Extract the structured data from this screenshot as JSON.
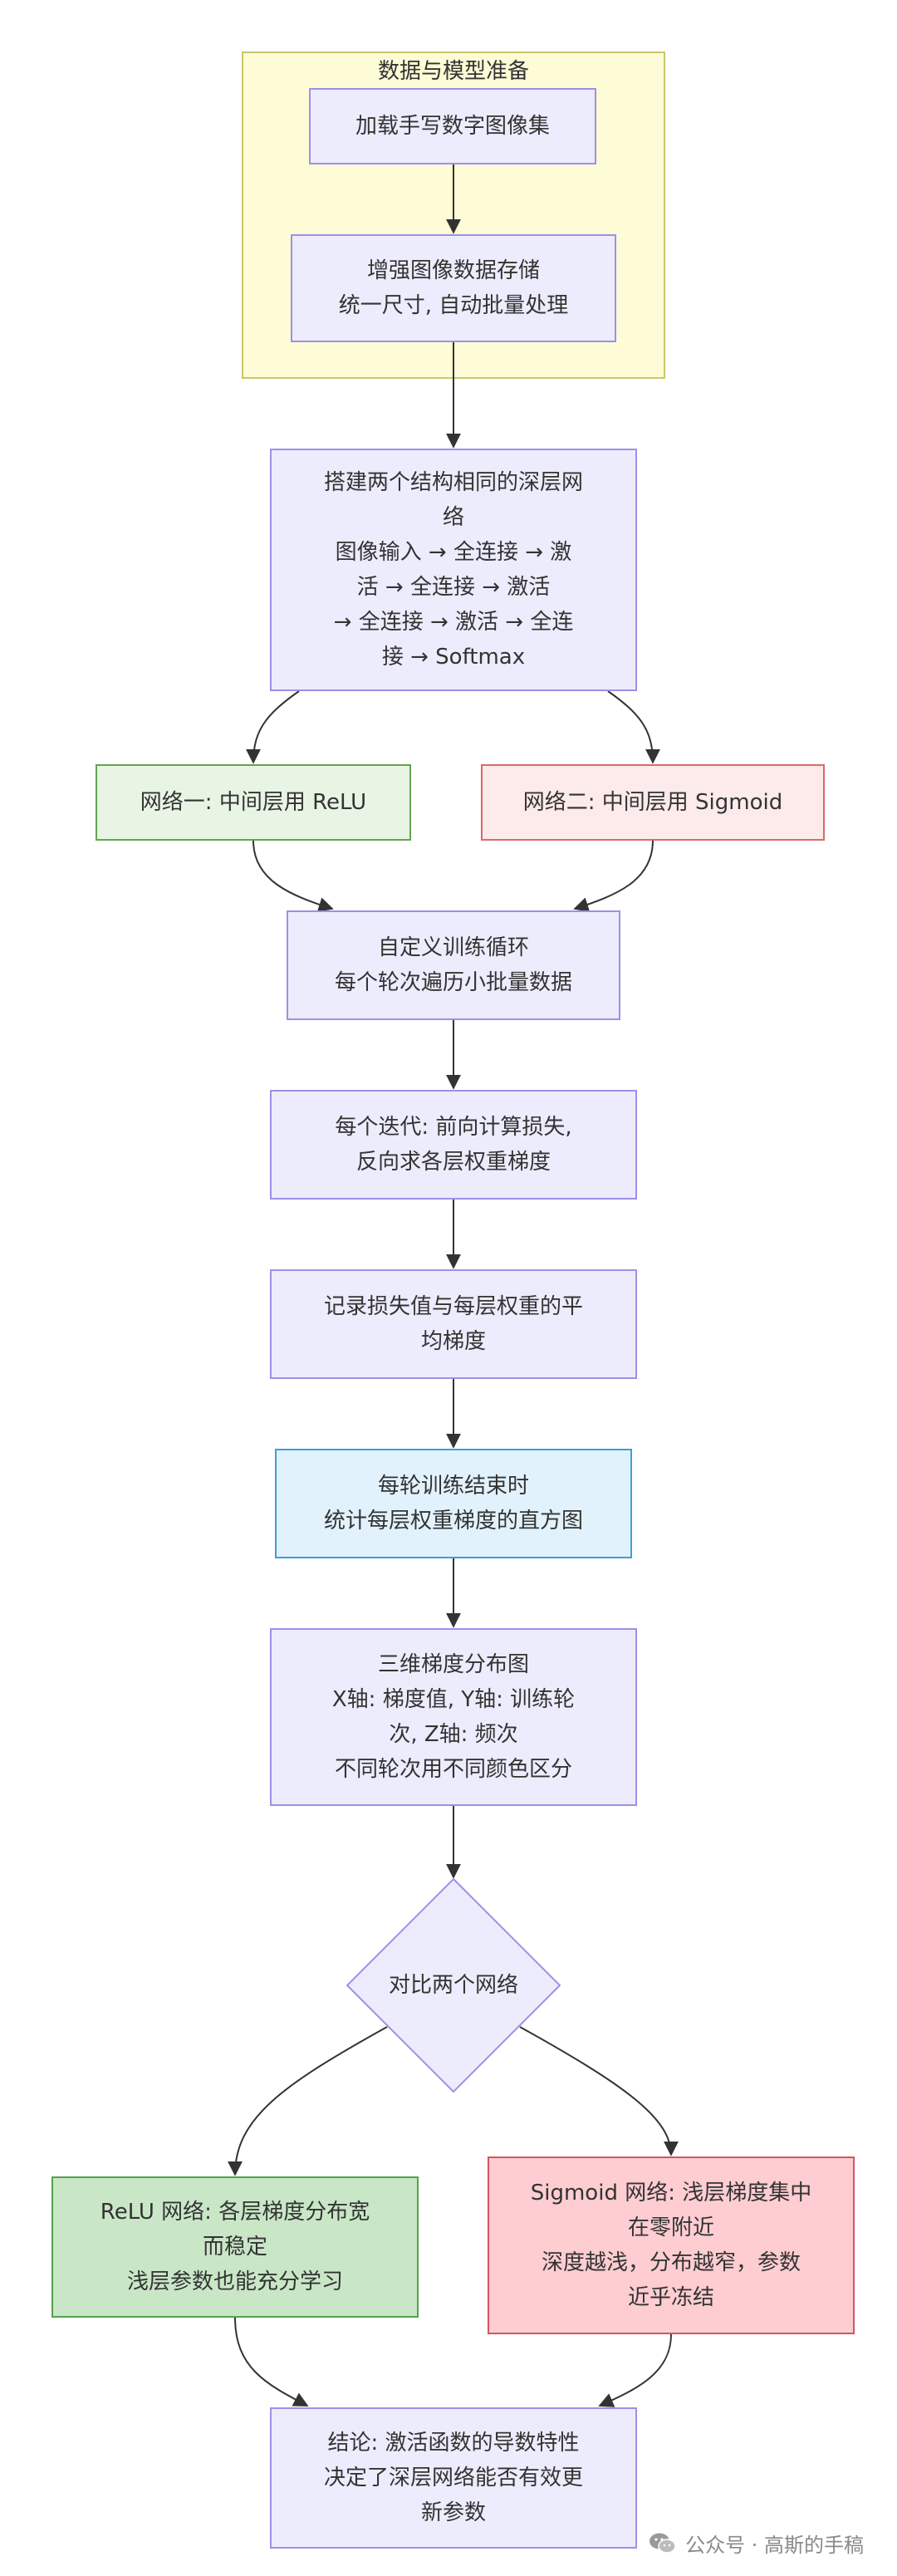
{
  "cluster": {
    "title": "数据与模型准备"
  },
  "nodes": {
    "load": [
      "加载手写数字图像集"
    ],
    "augment": [
      "增强图像数据存储",
      "统一尺寸, 自动批量处理"
    ],
    "build": [
      "搭建两个结构相同的深层网",
      "络",
      "图像输入 → 全连接 → 激",
      "活 → 全连接 → 激活",
      "→ 全连接 → 激活 → 全连",
      "接 → Softmax"
    ],
    "net1": [
      "网络一: 中间层用 ReLU"
    ],
    "net2": [
      "网络二: 中间层用 Sigmoid"
    ],
    "loop": [
      "自定义训练循环",
      "每个轮次遍历小批量数据"
    ],
    "iter": [
      "每个迭代: 前向计算损失,",
      "反向求各层权重梯度"
    ],
    "record": [
      "记录损失值与每层权重的平",
      "均梯度"
    ],
    "hist": [
      "每轮训练结束时",
      "统计每层权重梯度的直方图"
    ],
    "plot3d": [
      "三维梯度分布图",
      "X轴: 梯度值, Y轴: 训练轮",
      "次, Z轴: 频次",
      "不同轮次用不同颜色区分"
    ],
    "compare": [
      "对比两个网络"
    ],
    "relu": [
      "ReLU 网络: 各层梯度分布宽",
      "而稳定",
      "浅层参数也能充分学习"
    ],
    "sigmoid": [
      "Sigmoid 网络: 浅层梯度集中",
      "在零附近",
      "深度越浅，分布越窄，参数",
      "近乎冻结"
    ],
    "conclusion": [
      "结论: 激活函数的导数特性",
      "决定了深层网络能否有效更",
      "新参数"
    ]
  },
  "watermark": {
    "icon": "wechat-icon",
    "text": "公众号 · 高斯的手稿"
  },
  "colors": {
    "default_fill": "#ececfd",
    "default_stroke": "#9f8fe8",
    "cluster_fill": "#fefcd6",
    "relu_fill": "#e9f5e4",
    "sigmoid_fill": "#fdeaea",
    "hist_fill": "#e2f2fd",
    "relu_result_fill": "#c9e7c7",
    "sigmoid_result_fill": "#fdcdd1"
  }
}
